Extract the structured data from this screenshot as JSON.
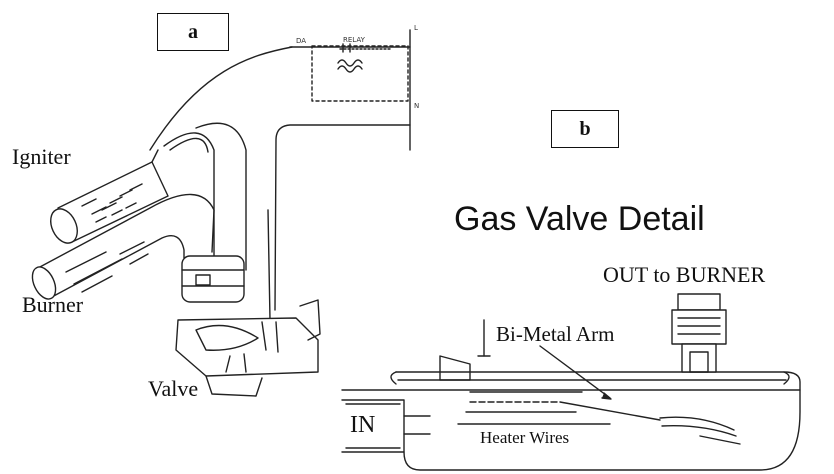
{
  "panels": {
    "a": "a",
    "b": "b"
  },
  "panel_a": {
    "igniter": "Igniter",
    "burner": "Burner",
    "valve": "Valve",
    "relay_label": "RELAY",
    "terminal_l": "L",
    "terminal_n": "N",
    "wire_tag": "DA"
  },
  "panel_b": {
    "title": "Gas Valve Detail",
    "out_label": "OUT to BURNER",
    "bimetal_label": "Bi-Metal Arm",
    "in_label": "IN",
    "heater_label": "Heater Wires"
  }
}
